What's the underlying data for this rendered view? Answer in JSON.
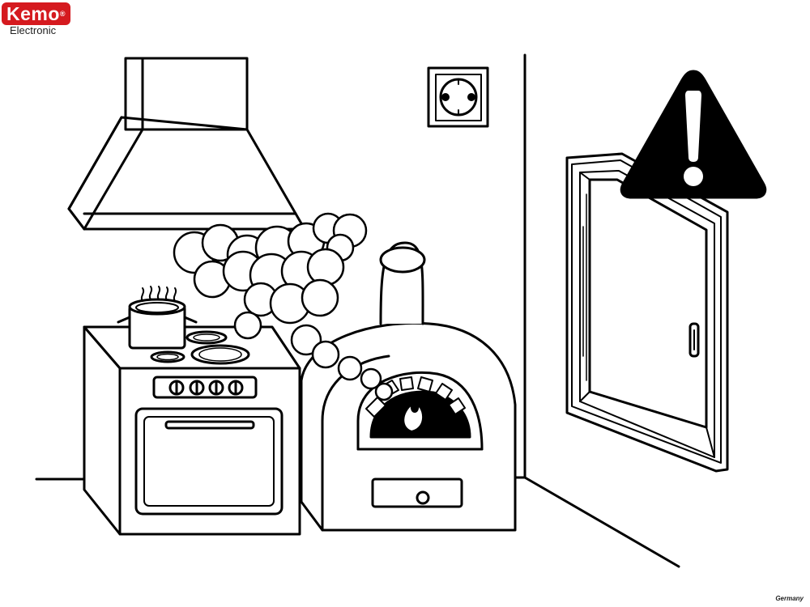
{
  "logo": {
    "brand": "Kemo",
    "tagline": "Electronic"
  },
  "badge": {
    "country": "Germany"
  },
  "icons": {
    "warning": "warning-triangle-icon",
    "flame": "flame-icon"
  },
  "colors": {
    "logo_red": "#d51a1f",
    "line": "#000000"
  }
}
